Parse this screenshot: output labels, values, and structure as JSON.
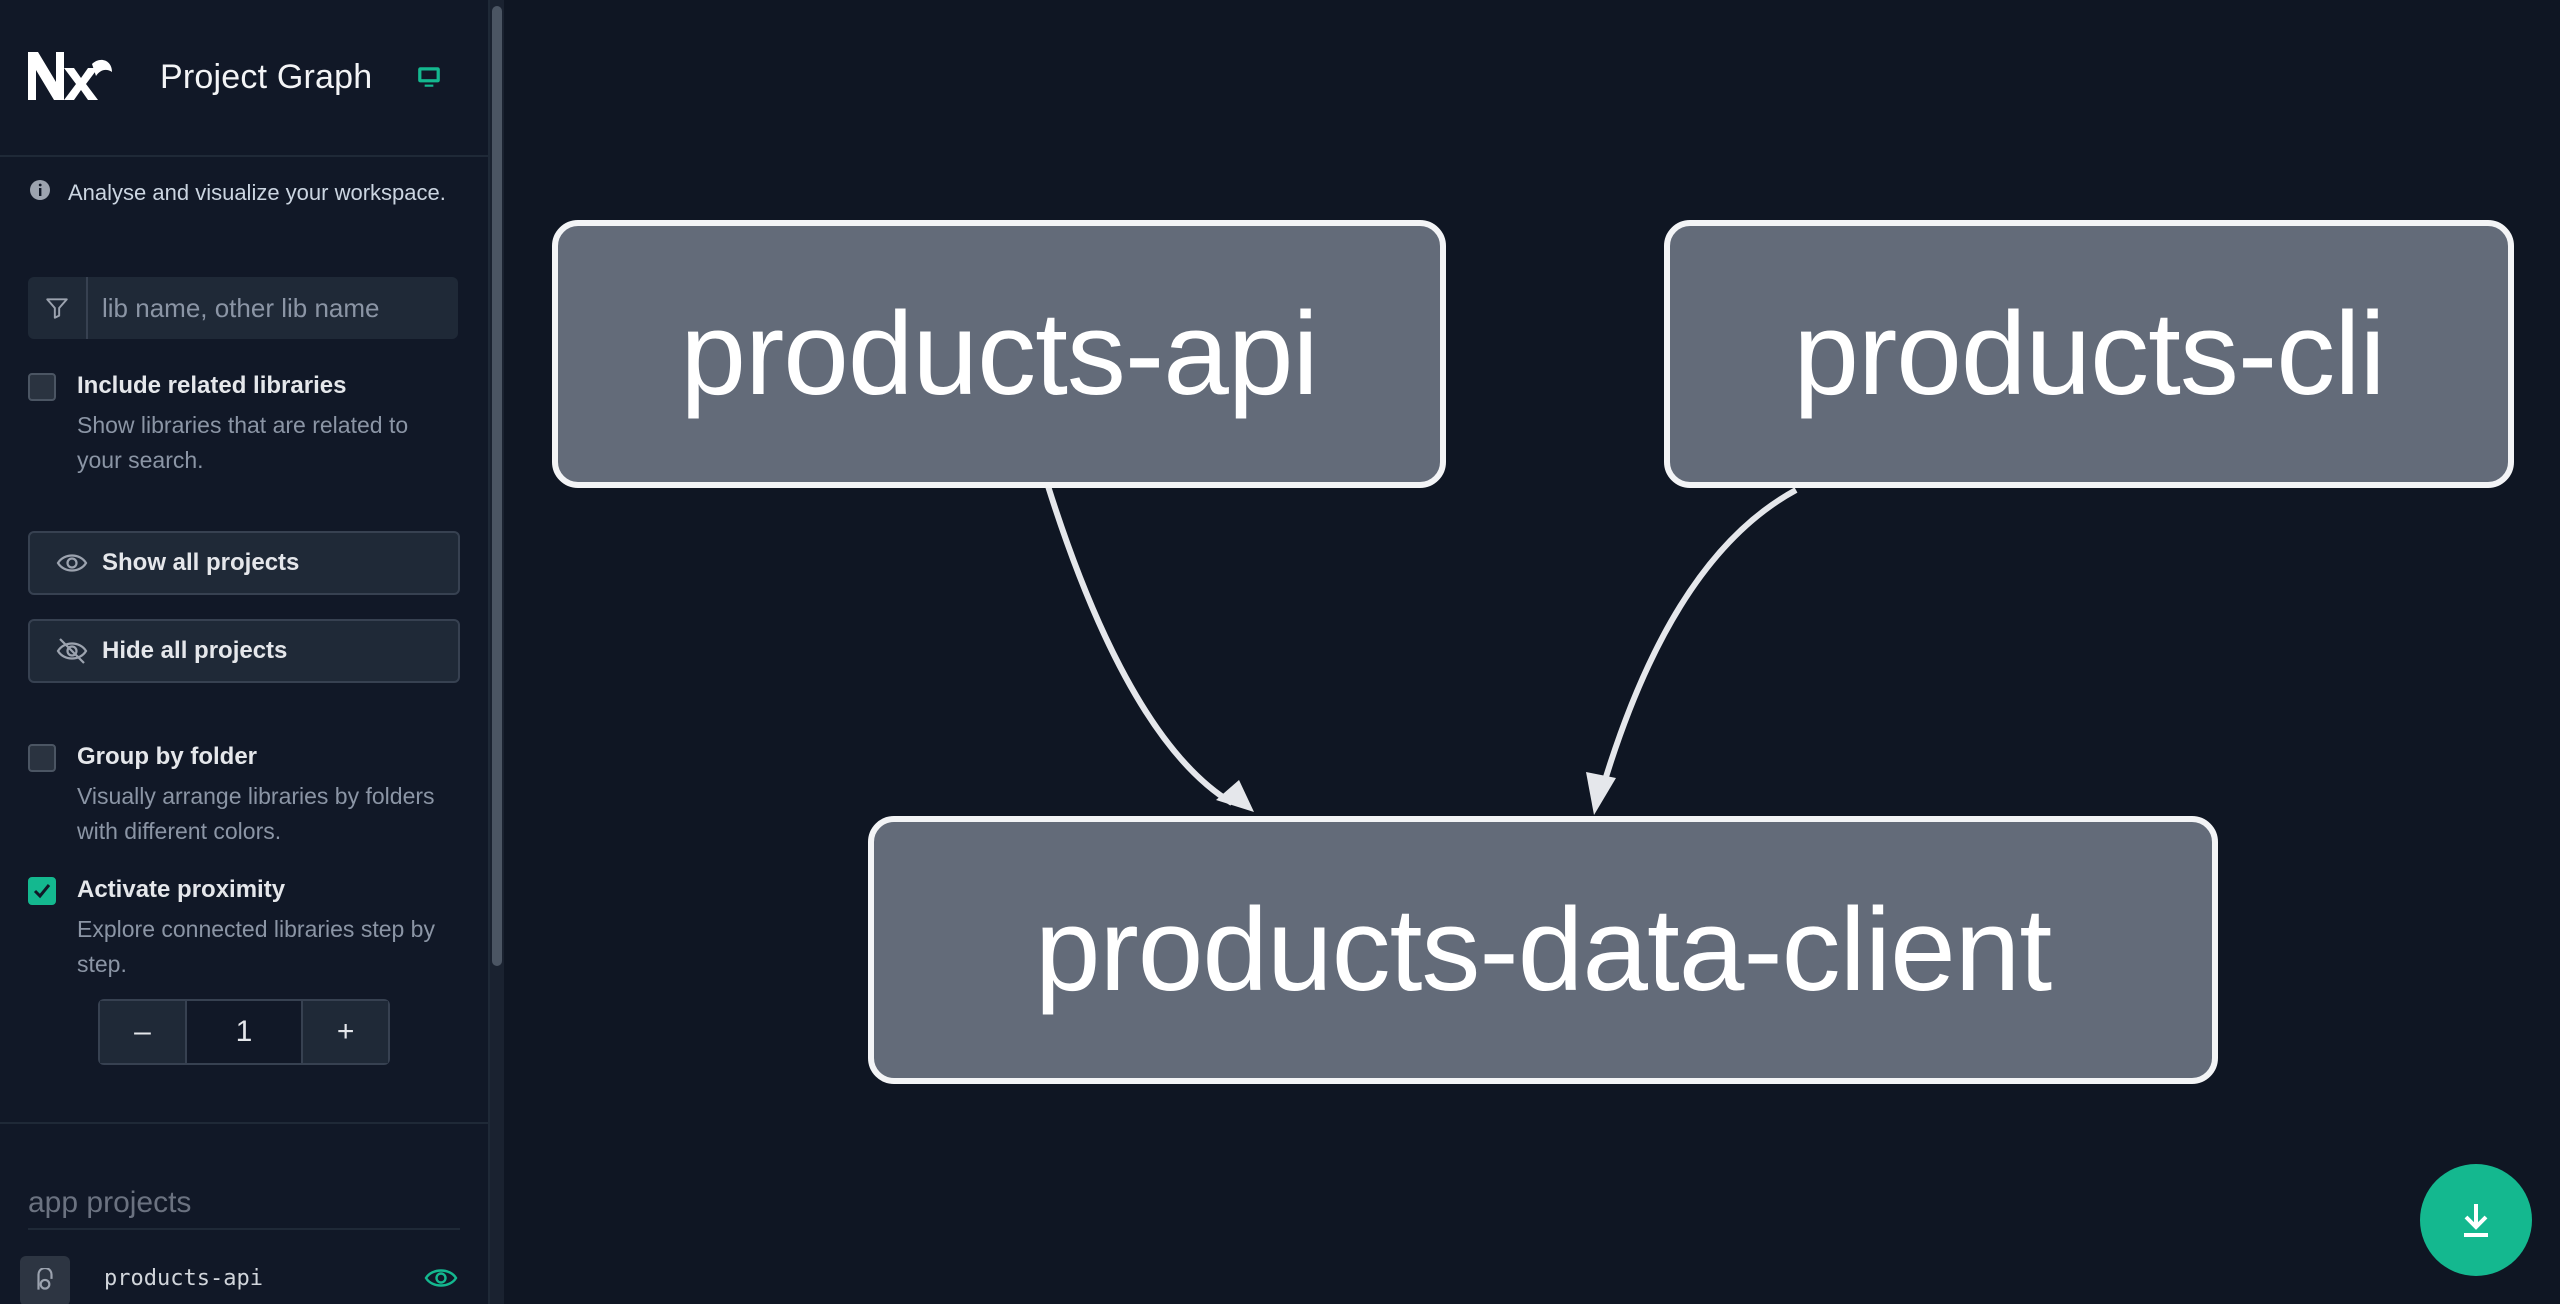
{
  "app": {
    "title": "Project Graph"
  },
  "info": {
    "text": "Analyse and visualize your workspace."
  },
  "search": {
    "placeholder": "lib name, other lib name"
  },
  "options": {
    "include_related": {
      "label": "Include related libraries",
      "description": "Show libraries that are related to your search.",
      "checked": false
    },
    "group_by_folder": {
      "label": "Group by folder",
      "description": "Visually arrange libraries by folders with different colors.",
      "checked": false
    },
    "proximity": {
      "label": "Activate proximity",
      "description": "Explore connected libraries step by step.",
      "checked": true
    }
  },
  "buttons": {
    "show_all": "Show all projects",
    "hide_all": "Hide all projects"
  },
  "stepper": {
    "minus": "–",
    "value": "1",
    "plus": "+"
  },
  "projects": {
    "section_title": "app projects",
    "items": [
      {
        "name": "products-api",
        "icon": "app-icon",
        "visible": true
      }
    ]
  },
  "graph": {
    "nodes": [
      {
        "id": "products-api",
        "label": "products-api"
      },
      {
        "id": "products-cli",
        "label": "products-cli"
      },
      {
        "id": "products-data-client",
        "label": "products-data-client"
      }
    ],
    "edges": [
      {
        "from": "products-api",
        "to": "products-data-client"
      },
      {
        "from": "products-cli",
        "to": "products-data-client"
      }
    ]
  },
  "colors": {
    "accent": "#14b88f",
    "node_fill": "#636b79",
    "node_border": "#f3f4f6",
    "background": "#0f1623"
  },
  "icons": {
    "logo": "nx-logo",
    "monitor": "monitor-icon",
    "info": "info-icon",
    "filter": "filter-icon",
    "eye": "eye-icon",
    "eye_off": "eye-off-icon",
    "download": "download-icon"
  }
}
